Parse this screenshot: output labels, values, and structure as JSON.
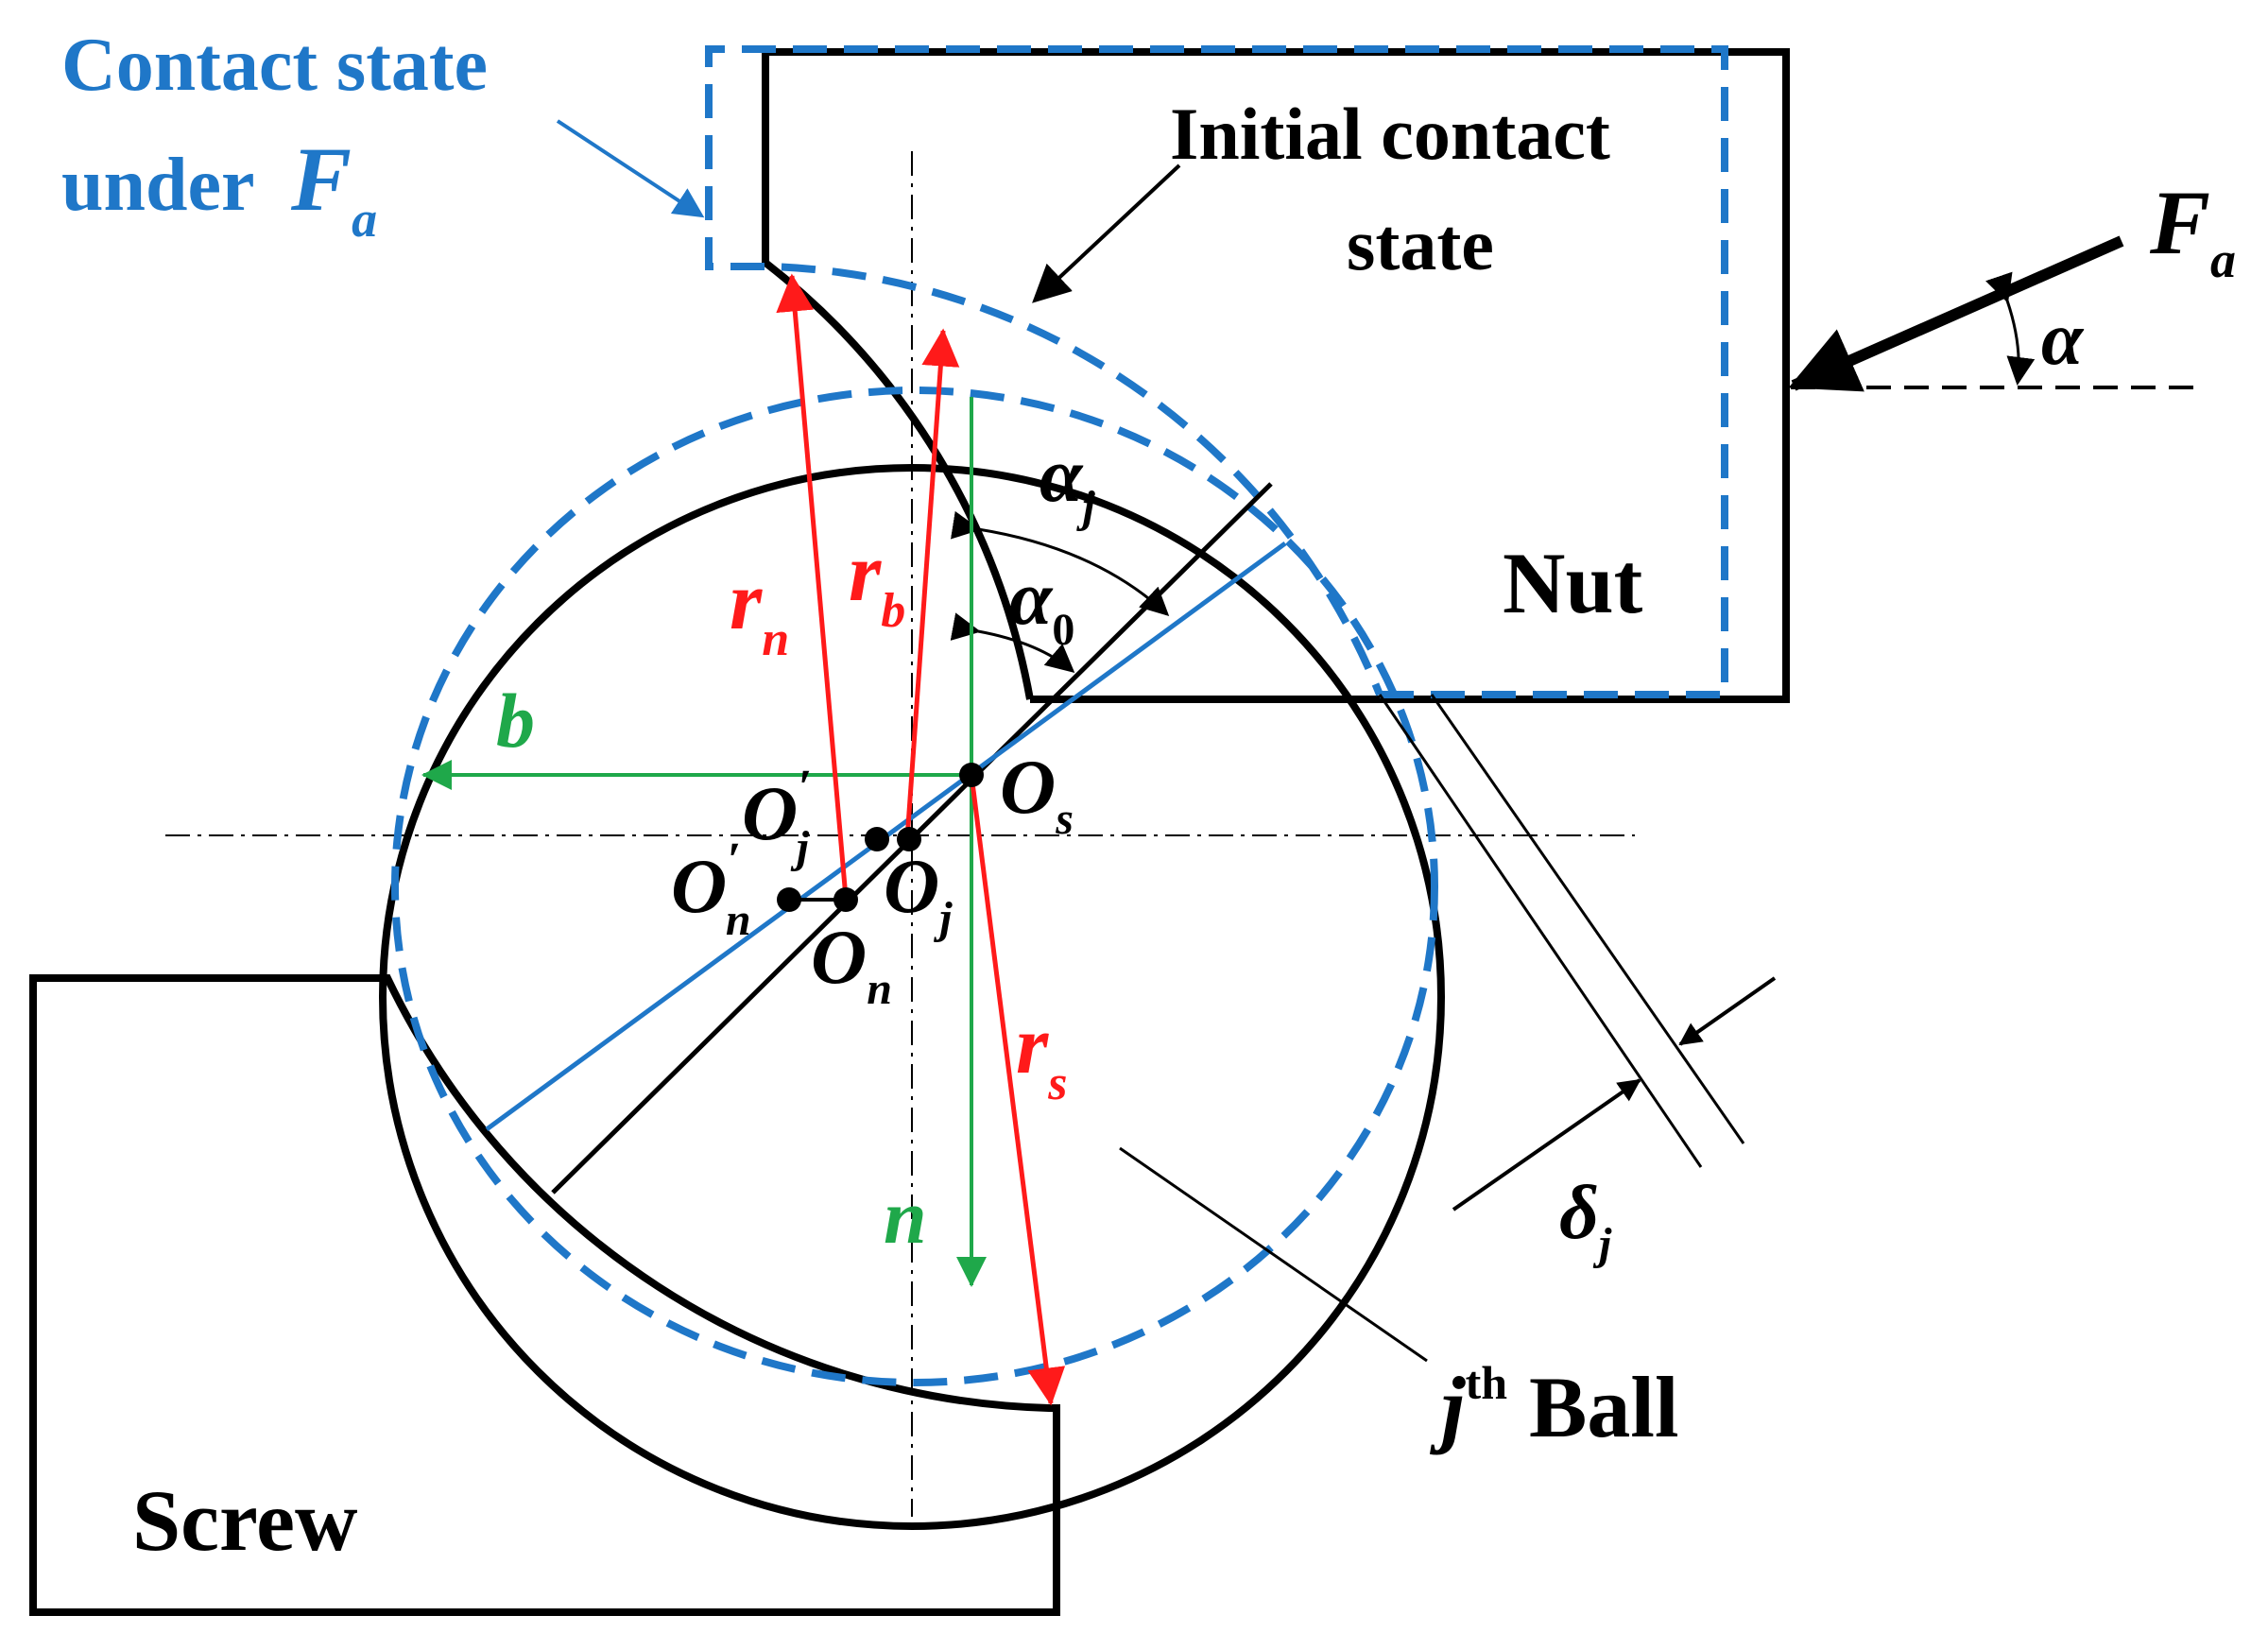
{
  "colors": {
    "black": "#000000",
    "blue": "#1f77c8",
    "red": "#ff1a1a",
    "green": "#1fa84a"
  },
  "labels": {
    "contact_state_line1": "Contact state",
    "contact_state_line2": "under",
    "Fa_main": "F",
    "Fa_sub": "a",
    "initial_line1": "Initial contact",
    "initial_line2": "state",
    "Fa_force_main": "F",
    "Fa_force_sub": "a",
    "alpha": "α",
    "alpha_j_main": "α",
    "alpha_j_sub": "j",
    "alpha0_main": "α",
    "alpha0_sub": "0",
    "nut": "Nut",
    "screw": "Screw",
    "r_n_main": "r",
    "r_n_sub": "n",
    "r_b_main": "r",
    "r_b_sub": "b",
    "r_s_main": "r",
    "r_s_sub": "s",
    "b": "b",
    "n": "n",
    "Os_main": "O",
    "Os_sub": "s",
    "Oj_prime_main": "O",
    "Oj_prime_sup": "′",
    "Oj_prime_sub": "j",
    "Oj_main": "O",
    "Oj_sub": "j",
    "On_prime_main": "O",
    "On_prime_sup": "′",
    "On_prime_sub": "n",
    "On_main": "O",
    "On_sub": "n",
    "delta_j_main": "δ",
    "delta_j_sub": "j",
    "ball_j": "j",
    "ball_th": "th",
    "ball_word": " Ball"
  }
}
